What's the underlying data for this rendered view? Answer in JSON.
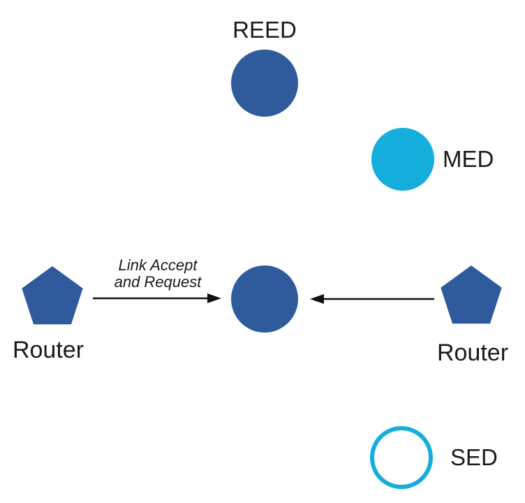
{
  "colors": {
    "node_blue": "#2F5B9D",
    "node_cyan": "#15AEDC",
    "line_black": "#111111",
    "text_black": "#1A1A1A"
  },
  "nodes": {
    "reed": {
      "label": "REED"
    },
    "med": {
      "label": "MED"
    },
    "router_left": {
      "label": "Router"
    },
    "router_right": {
      "label": "Router"
    },
    "sed": {
      "label": "SED"
    }
  },
  "edges": {
    "left": {
      "label_line1": "Link Accept",
      "label_line2": "and Request"
    }
  }
}
